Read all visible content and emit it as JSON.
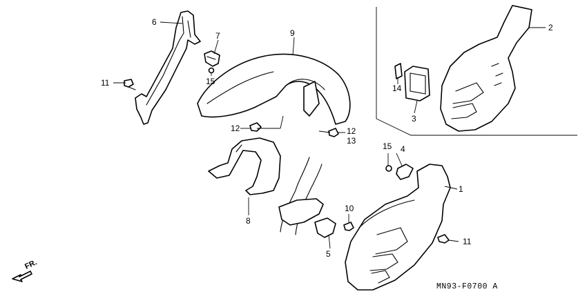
{
  "callouts": {
    "c1": "1",
    "c2": "2",
    "c3": "3",
    "c4": "4",
    "c5": "5",
    "c6": "6",
    "c7": "7",
    "c8": "8",
    "c9": "9",
    "c10": "10",
    "c11a": "11",
    "c11b": "11",
    "c12a": "12",
    "c12b": "12",
    "c13": "13",
    "c14": "14",
    "c15a": "15",
    "c15b": "15"
  },
  "direction_label": "FR.",
  "diagram_code": "MN93-F0700 A",
  "colors": {
    "line": "#000000",
    "background": "#ffffff"
  }
}
